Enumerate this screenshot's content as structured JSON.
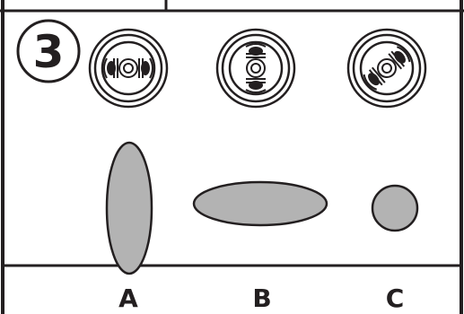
{
  "step_number": "3",
  "dials": [
    {
      "orientation": "horizontal"
    },
    {
      "orientation": "vertical"
    },
    {
      "orientation": "diagonal"
    }
  ],
  "shapes": [
    {
      "label": "A",
      "shape": "tall-ellipse"
    },
    {
      "label": "B",
      "shape": "wide-ellipse"
    },
    {
      "label": "C",
      "shape": "circle"
    }
  ],
  "colors": {
    "line": "#231f20",
    "fill": "#b3b3b3",
    "background": "#ffffff"
  }
}
